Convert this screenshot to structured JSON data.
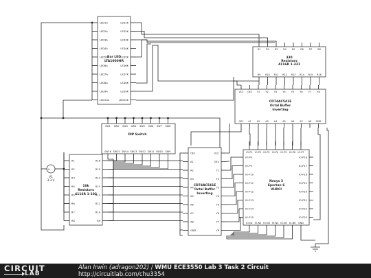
{
  "components": {
    "bar_led": {
      "name": "Bar LED",
      "part": "LTA1000HR",
      "left_pins": [
        "LED1A",
        "LED2A",
        "LED3A",
        "LED4A",
        "LED5A",
        "LED6A",
        "LED7A",
        "LED8A",
        "LED9A",
        "LED10A"
      ],
      "right_pins": [
        "LED1K",
        "LED2K",
        "LED3K",
        "LED4K",
        "LED5K",
        "LED6K",
        "LED7K",
        "LED8K",
        "LED9K",
        "LED10K"
      ]
    },
    "resistors_330": {
      "name": "330",
      "sub": "Resistors",
      "part": "4116R 1-331",
      "top_pins": [
        "R1",
        "R2",
        "R3",
        "R4",
        "R5",
        "R6",
        "R7",
        "R8"
      ],
      "bottom_pins": [
        "R9",
        "R10",
        "R11",
        "R12",
        "R13",
        "R14",
        "R15",
        "R16"
      ]
    },
    "buffer_top": {
      "name": "CD74AC541E",
      "sub": "Octal Buffer",
      "sub2": "Inverting",
      "top_pins": [
        "VCC",
        "OE2",
        "Y1",
        "Y2",
        "Y3",
        "Y4",
        "Y5",
        "Y6",
        "Y7",
        "Y8"
      ],
      "bottom_pins": [
        "OE1",
        "A1",
        "A2",
        "A3",
        "A4",
        "A5",
        "A6",
        "A7",
        "A8",
        "GND"
      ]
    },
    "dip_switch": {
      "name": "DIP Switch",
      "top_pins": [
        "SW1",
        "SW2",
        "SW3",
        "SW4",
        "SW5",
        "SW6",
        "SW7",
        "SW8"
      ],
      "bottom_pins": [
        "SW16",
        "SW15",
        "SW14",
        "SW13",
        "SW12",
        "SW11",
        "SW10",
        "SW9"
      ]
    },
    "resistors_10k": {
      "name": "10k",
      "sub": "Resistors",
      "part": "4116R 1-103",
      "left_pins": [
        "R1",
        "R2",
        "R3",
        "R4",
        "R5",
        "R6",
        "R7",
        "R8"
      ],
      "right_pins": [
        "R16",
        "R15",
        "R14",
        "R13",
        "R12",
        "R11",
        "R10",
        "R9"
      ]
    },
    "buffer_bottom": {
      "name": "CD74AC541E",
      "sub": "Octal Buffer",
      "sub2": "Inverting",
      "left_pins": [
        "OE1",
        "A1",
        "A2",
        "A3",
        "A4",
        "A5",
        "A6",
        "A7",
        "A8",
        "GND"
      ],
      "right_pins": [
        "VCC",
        "OE2",
        "Y1",
        "Y2",
        "Y3",
        "Y4",
        "Y5",
        "Y6",
        "Y7",
        "Y8"
      ]
    },
    "nexys": {
      "name": "Nexys 3",
      "sub": "Spartan 6",
      "sub2": "VHDCI",
      "top_pins": [
        "IO-P1",
        "IO-P2",
        "IO-P3",
        "IO-P4",
        "IO-P5",
        "IO-P6",
        "IO-P7"
      ],
      "left_pins": [
        "IO-P8",
        "IO-P9",
        "IO-P10",
        "IO-P11",
        "IO-P12",
        "IO-P13",
        "IO-P14",
        "IO-P15"
      ],
      "right_pins": [
        "IO-P16",
        "IO-P17",
        "IO-P18",
        "IO-P19",
        "IO-P20",
        "IO-P21",
        "IO-P22",
        "IO-P23"
      ],
      "bottom_pins": [
        "IO-N1",
        "IO-N2",
        "IO-N3",
        "IO-N4",
        "IO-N5",
        "IO-N6",
        "GND"
      ]
    },
    "source": {
      "name": "V1",
      "value": "3.3 V",
      "symbol": "+"
    }
  },
  "footer": {
    "logo_top": "CIRCUIT",
    "logo_bottom": "LAB",
    "author": "Alan Irwin (adragon202)",
    "separator": "/",
    "title": "WMU ECE3550 Lab 3 Task 2 Circuit",
    "url": "http://circuitlab.com/chu3354"
  },
  "colors": {
    "wire": "#222222",
    "component": "#333333",
    "footer_bg": "#1d1d1d",
    "footer_text": "#f0f0f0"
  }
}
